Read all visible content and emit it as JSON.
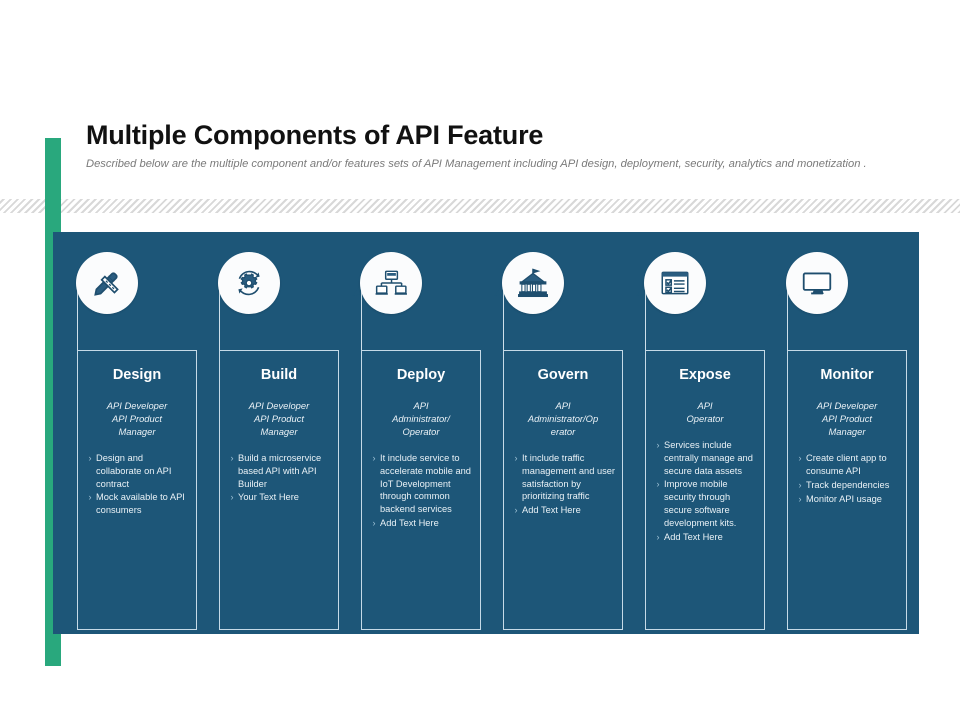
{
  "header": {
    "title": "MULTIPLE COMPONENTS OF API FEATURE",
    "title_display": "Multiple Components of API Feature",
    "subtitle": "Described below are the multiple component and/or features sets of API Management including API design, deployment, security, analytics and monetization ."
  },
  "colors": {
    "accent_green": "#29a87d",
    "panel_blue": "#1d5678",
    "card_border": "#c5dae7",
    "icon_blue": "#1f4e6e",
    "text_white": "#ffffff",
    "subtitle_gray": "#7a7a7a",
    "hatch_gray": "#d8d8d8"
  },
  "cards": [
    {
      "id": "design",
      "title": "Design",
      "icon": "pencil-ruler-icon",
      "role": "API Developer\nAPI Product\nManager",
      "bullets": [
        "Design and collaborate on API contract",
        "Mock available to API consumers"
      ]
    },
    {
      "id": "build",
      "title": "Build",
      "icon": "gear-refresh-icon",
      "role": "API Developer\nAPI Product\nManager",
      "bullets": [
        "Build a microservice based API with API Builder",
        " Your Text Here"
      ]
    },
    {
      "id": "deploy",
      "title": "Deploy",
      "icon": "network-nodes-icon",
      "role": "API\nAdministrator/\nOperator",
      "bullets": [
        "It include service to accelerate mobile and IoT Development through common backend services",
        " Add Text Here"
      ]
    },
    {
      "id": "govern",
      "title": "Govern",
      "icon": "government-building-icon",
      "role": "API\nAdministrator/Op\nerator",
      "bullets": [
        "It include traffic management and user satisfaction by prioritizing traffic",
        "Add Text Here"
      ]
    },
    {
      "id": "expose",
      "title": "Expose",
      "icon": "checklist-form-icon",
      "role": "API\nOperator",
      "bullets": [
        "Services include centrally manage and secure data assets",
        "Improve mobile security through secure software development kits.",
        "Add Text Here"
      ]
    },
    {
      "id": "monitor",
      "title": "Monitor",
      "icon": "desktop-monitor-icon",
      "role": "API Developer\nAPI Product\nManager",
      "bullets": [
        "Create client app to consume API",
        "Track dependencies",
        "Monitor API usage"
      ]
    }
  ],
  "bullet_glyph": "›"
}
